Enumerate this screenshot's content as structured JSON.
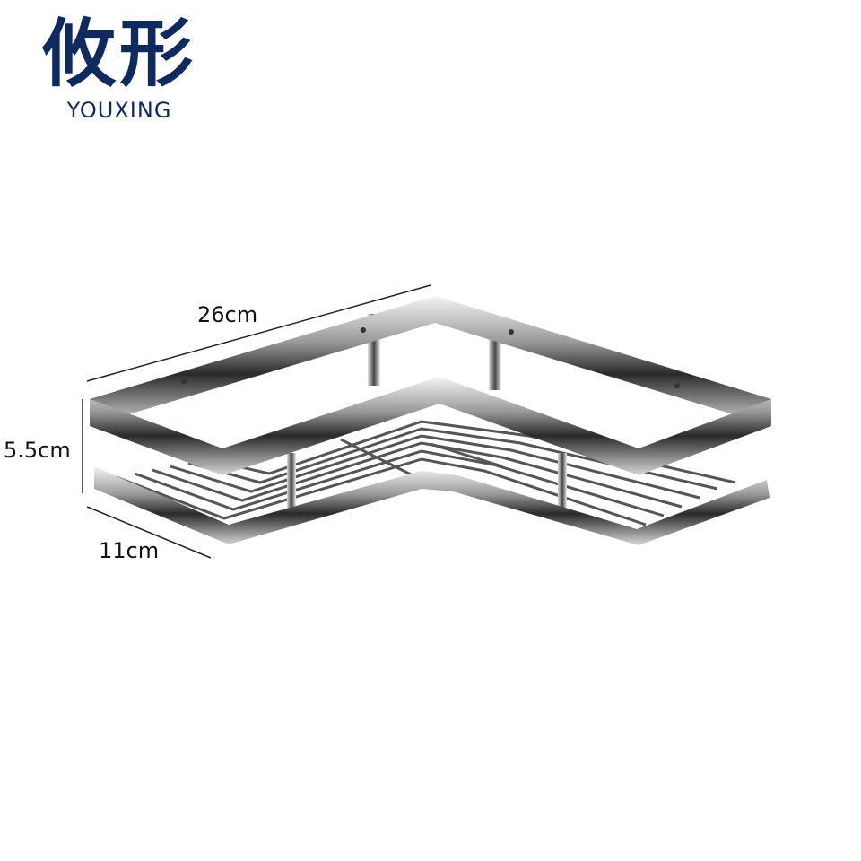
{
  "brand": {
    "name_cn": "攸形",
    "name_en": "YOUXING",
    "color": "#0f2a5e"
  },
  "dimensions": {
    "length": "26cm",
    "height": "5.5cm",
    "depth": "11cm"
  }
}
